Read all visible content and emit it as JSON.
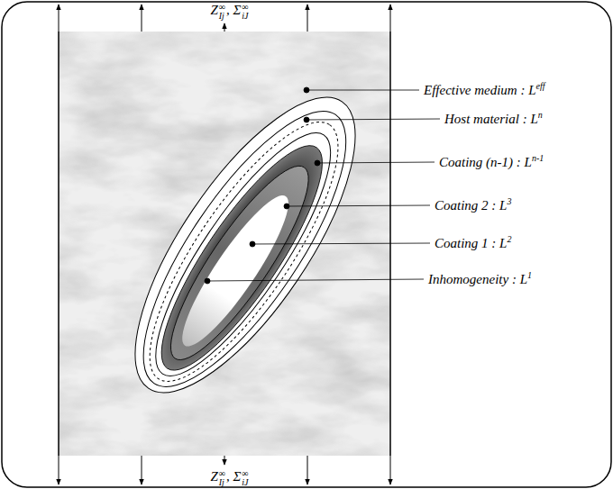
{
  "diagram": {
    "labels": [
      "Z",
      "∞",
      "Ij",
      ", Σ",
      "∞",
      "iJ",
      "Z",
      "∞",
      "Ij",
      ", Σ",
      "∞",
      "iJ",
      "Effective medium : L",
      "eff",
      "Host material : L",
      "n",
      "Coating (n-1) : L",
      "n-1",
      "Coating 2 : L",
      "3",
      "Coating 1 : L",
      "2",
      "Inhomogeneity : L",
      "1"
    ]
  }
}
